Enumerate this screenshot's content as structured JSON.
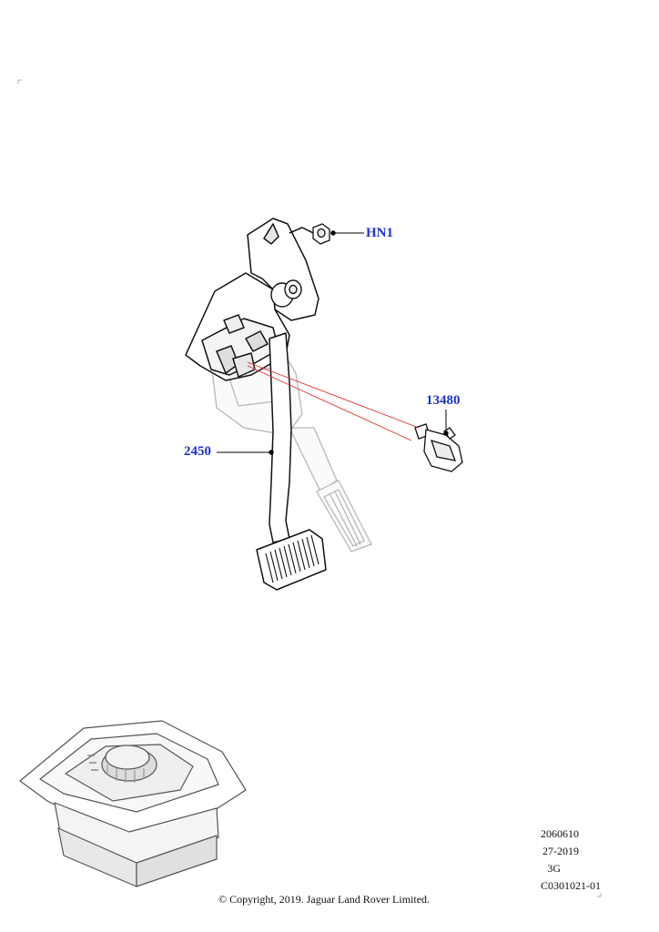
{
  "callouts": {
    "hn1": "HN1",
    "part_13480": "13480",
    "part_2450": "2450"
  },
  "info_block": {
    "line1": "2060610",
    "line2": "27-2019",
    "line3": "3G",
    "line4": "C0301021-01"
  },
  "copyright": "© Copyright, 2019. Jaguar Land Rover Limited.",
  "colors": {
    "callout_text": "#1a33cc",
    "leader_line": "#000000",
    "red_line": "#e03030",
    "drawing_line": "#111111",
    "ghost_line": "#b4b4b4"
  }
}
